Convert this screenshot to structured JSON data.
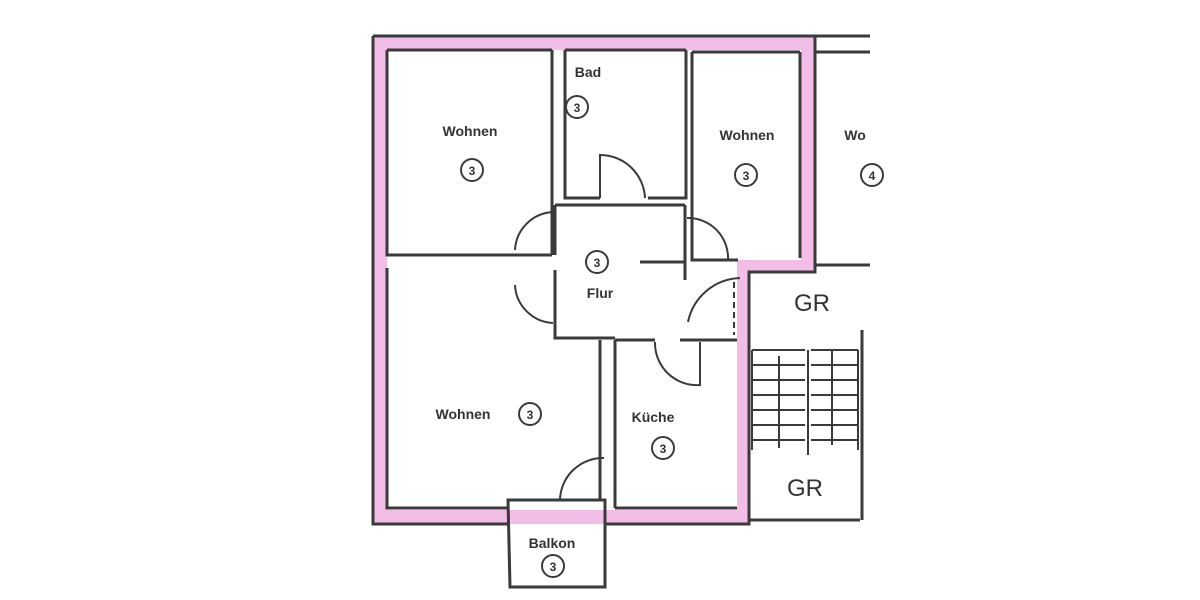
{
  "colors": {
    "exterior_wall": "#f2bde6",
    "lines": "#3a3a3a",
    "background": "#ffffff"
  },
  "rooms": [
    {
      "name": "Wohnen",
      "number": "3"
    },
    {
      "name": "Bad",
      "number": "3"
    },
    {
      "name": "Wohnen",
      "number": "3"
    },
    {
      "name": "Wo",
      "number": "4"
    },
    {
      "name": "Flur",
      "number": "3"
    },
    {
      "name": "Wohnen",
      "number": "3"
    },
    {
      "name": "Küche",
      "number": "3"
    },
    {
      "name": "Balkon",
      "number": "3"
    }
  ],
  "stairwell": [
    {
      "name": "GR"
    },
    {
      "name": "GR"
    }
  ]
}
